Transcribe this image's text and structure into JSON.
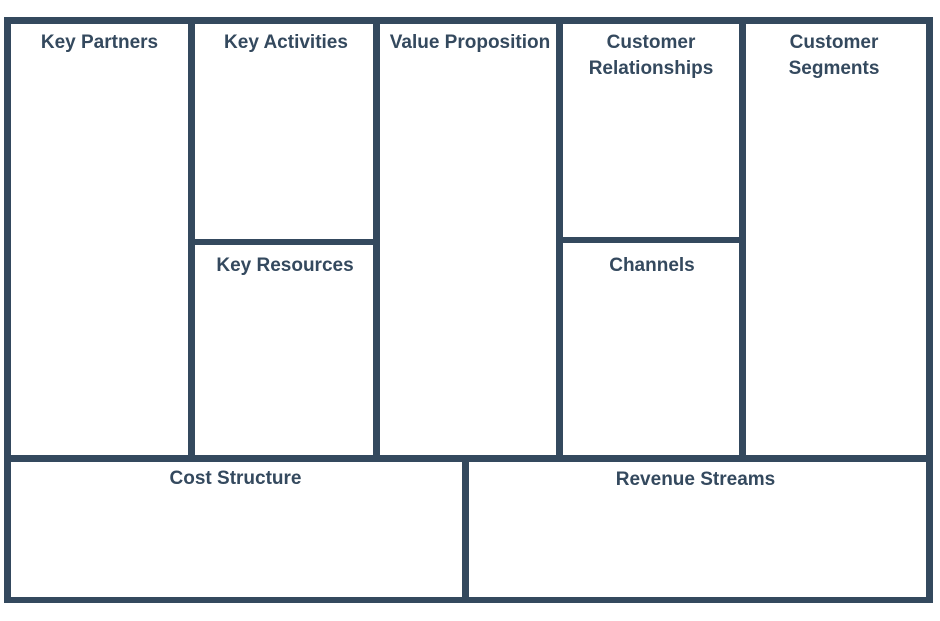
{
  "canvas": {
    "border_color": "#34495e",
    "text_color": "#34495e",
    "background": "#ffffff"
  },
  "blocks": {
    "key_partners": "Key Partners",
    "key_activities": "Key Activities",
    "key_resources": "Key Resources",
    "value_proposition": "Value Proposition",
    "customer_relationships": "Customer Relationships",
    "channels": "Channels",
    "customer_segments": "Customer Segments",
    "cost_structure": "Cost Structure",
    "revenue_streams": "Revenue Streams"
  }
}
